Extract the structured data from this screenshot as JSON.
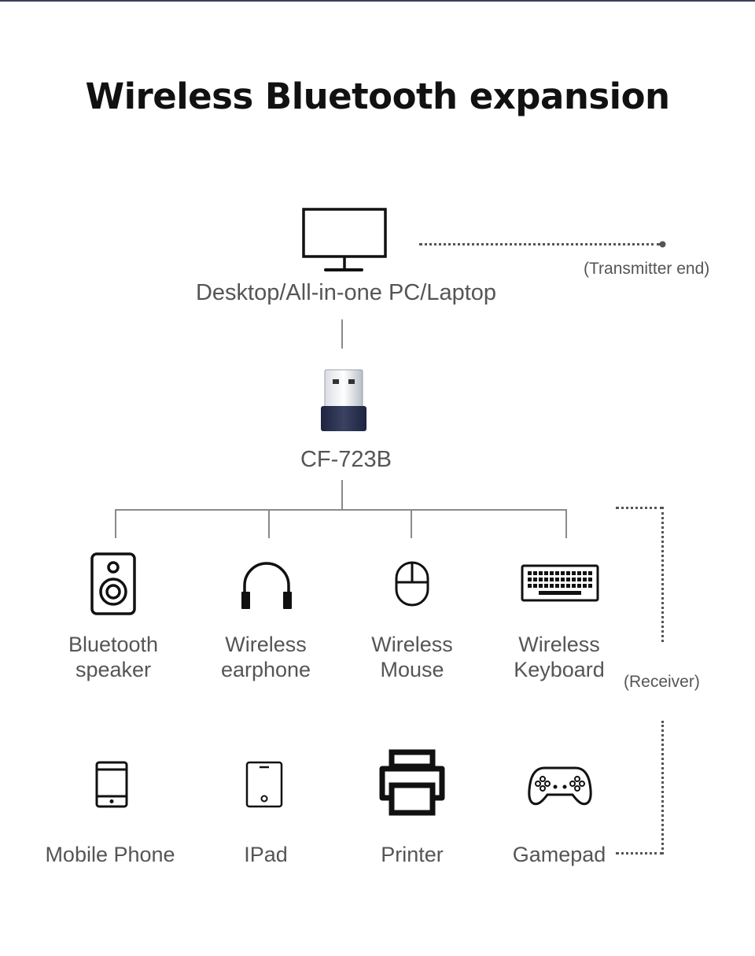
{
  "title": "Wireless Bluetooth expansion",
  "host": {
    "label": "Desktop/All-in-one PC/Laptop",
    "icon": "monitor-icon"
  },
  "adapter": {
    "label": "CF-723B",
    "icon": "usb-adapter-icon"
  },
  "notes": {
    "transmitter": "(Transmitter end)",
    "receiver": "(Receiver)"
  },
  "devices_row1": [
    {
      "line1": "Bluetooth",
      "line2": "speaker",
      "icon": "speaker-icon"
    },
    {
      "line1": "Wireless",
      "line2": "earphone",
      "icon": "headphones-icon"
    },
    {
      "line1": "Wireless",
      "line2": "Mouse",
      "icon": "mouse-icon"
    },
    {
      "line1": "Wireless",
      "line2": "Keyboard",
      "icon": "keyboard-icon"
    }
  ],
  "devices_row2": [
    {
      "label": "Mobile Phone",
      "icon": "phone-icon"
    },
    {
      "label": "IPad",
      "icon": "tablet-icon"
    },
    {
      "label": "Printer",
      "icon": "printer-icon"
    },
    {
      "label": "Gamepad",
      "icon": "gamepad-icon"
    }
  ],
  "colors": {
    "icon": "#111111",
    "text": "#555555",
    "connector": "#8a8a8a",
    "adapter_body": "#2b3250"
  }
}
